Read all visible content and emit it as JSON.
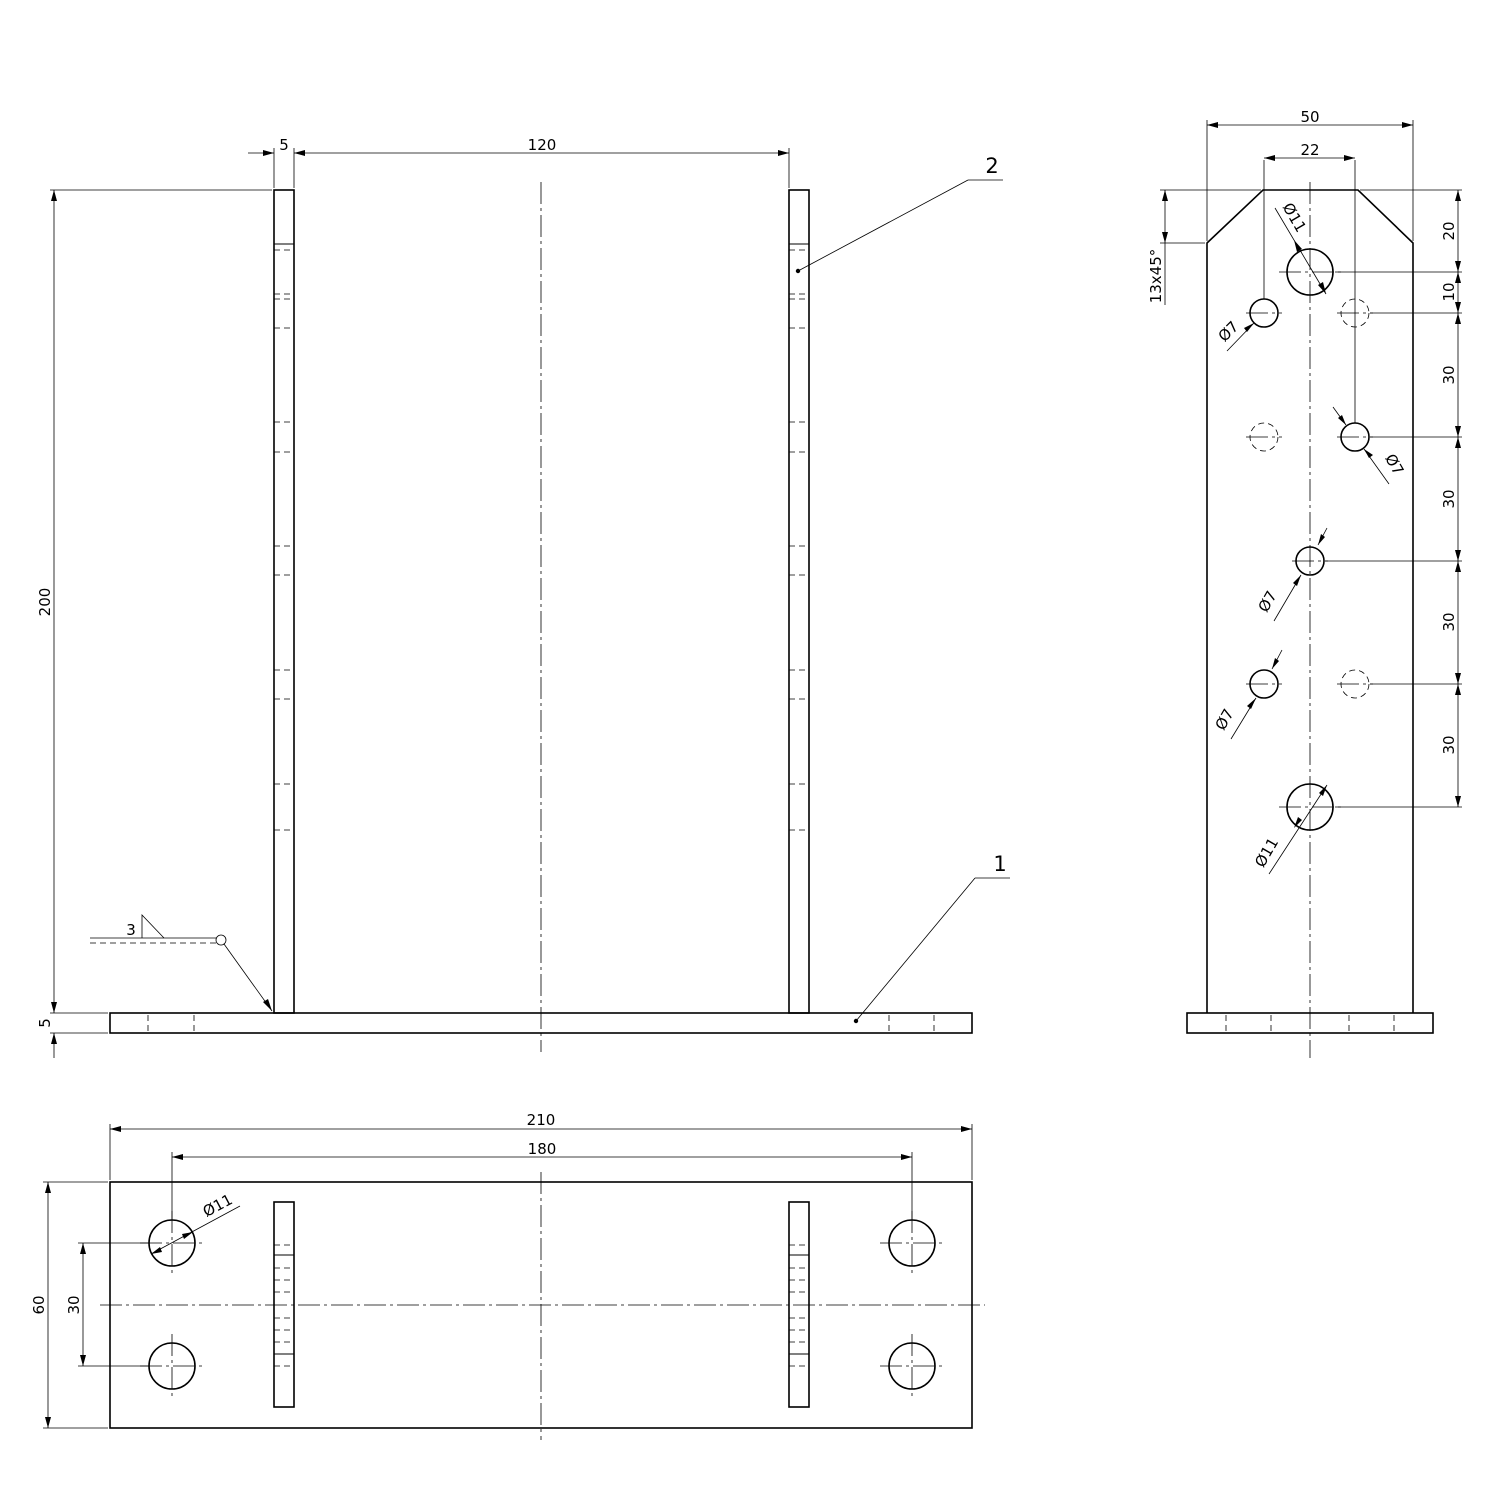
{
  "front_view": {
    "dim_thickness": "5",
    "dim_spacing": "120",
    "dim_height": "200",
    "dim_base": "5",
    "weld_size": "3",
    "part_top": "2",
    "part_base": "1"
  },
  "side_view": {
    "dim_width": "50",
    "dim_top": "22",
    "chamfer": "13x45°",
    "hole_large_top": "Ø11",
    "hole_small_1": "Ø7",
    "hole_small_2": "Ø7",
    "hole_small_3": "Ø7",
    "hole_small_4": "Ø7",
    "hole_large_bottom": "Ø11",
    "pitch_1": "20",
    "pitch_2": "10",
    "pitch_3": "30",
    "pitch_4": "30",
    "pitch_5": "30",
    "pitch_6": "30"
  },
  "plan_view": {
    "dim_length": "210",
    "dim_hole_spacing": "180",
    "dim_width": "60",
    "dim_row_spacing": "30",
    "hole_dia": "Ø11"
  }
}
